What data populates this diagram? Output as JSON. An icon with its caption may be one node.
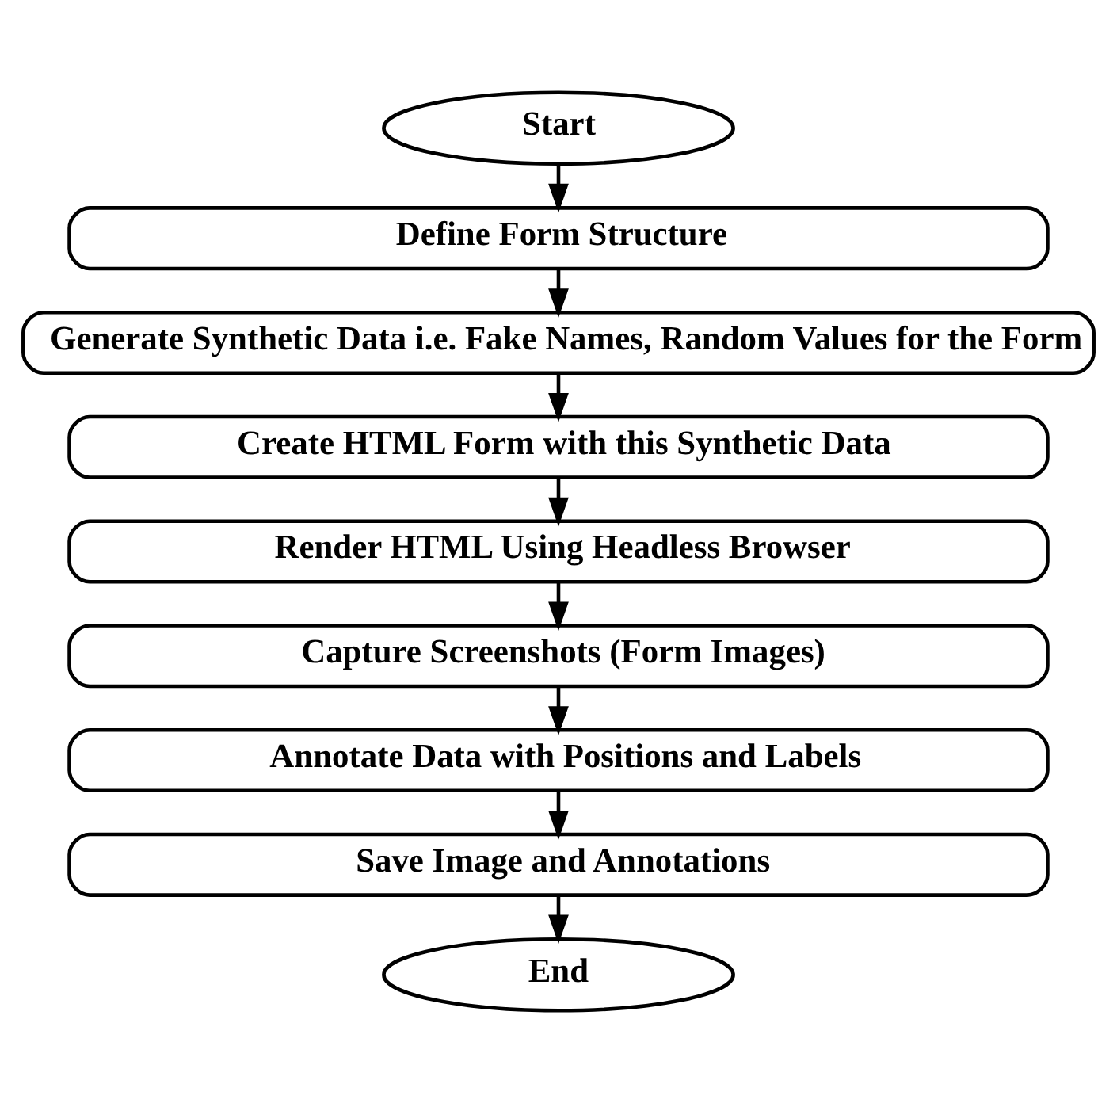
{
  "diagram": {
    "nodes": [
      {
        "text": [
          "Start"
        ]
      },
      {
        "text": [
          "Define Form Structure"
        ]
      },
      {
        "text": [
          "Generate Synthetic Data i.e. Fake Names, Random Values for the Form"
        ]
      },
      {
        "text": [
          "Create HTML Form with this Synthetic Data"
        ]
      },
      {
        "text": [
          "Render HTML Using Headless Browser"
        ]
      },
      {
        "text": [
          "Capture Screenshots (Form Images)"
        ]
      },
      {
        "text": [
          "Annotate Data with Positions and Labels"
        ]
      },
      {
        "text": [
          "Save Image and Annotations"
        ]
      },
      {
        "text": [
          "End"
        ]
      }
    ],
    "edges": [
      {
        "from": 0,
        "to": 1,
        "arrow": "to"
      },
      {
        "from": 1,
        "to": 2,
        "arrow": "to"
      },
      {
        "from": 2,
        "to": 3,
        "arrow": "to"
      },
      {
        "from": 3,
        "to": 4,
        "arrow": "to"
      },
      {
        "from": 4,
        "to": 5,
        "arrow": "to"
      },
      {
        "from": 5,
        "to": 6,
        "arrow": "to"
      },
      {
        "from": 6,
        "to": 7,
        "arrow": "to"
      },
      {
        "from": 7,
        "to": 8,
        "arrow": "to"
      }
    ]
  }
}
